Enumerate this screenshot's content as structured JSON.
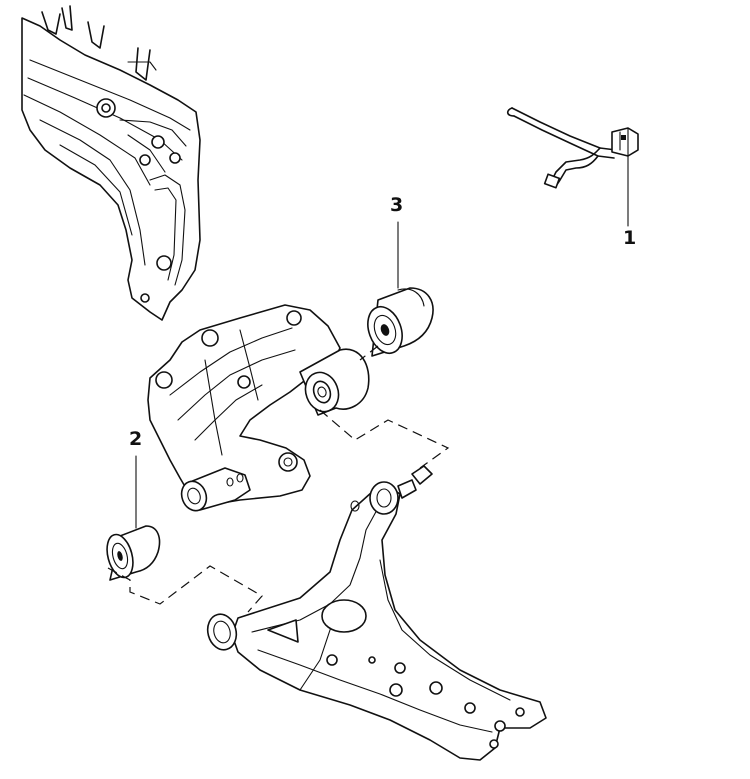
{
  "callouts": {
    "part_1": "1",
    "part_2": "2",
    "part_3": "3"
  }
}
